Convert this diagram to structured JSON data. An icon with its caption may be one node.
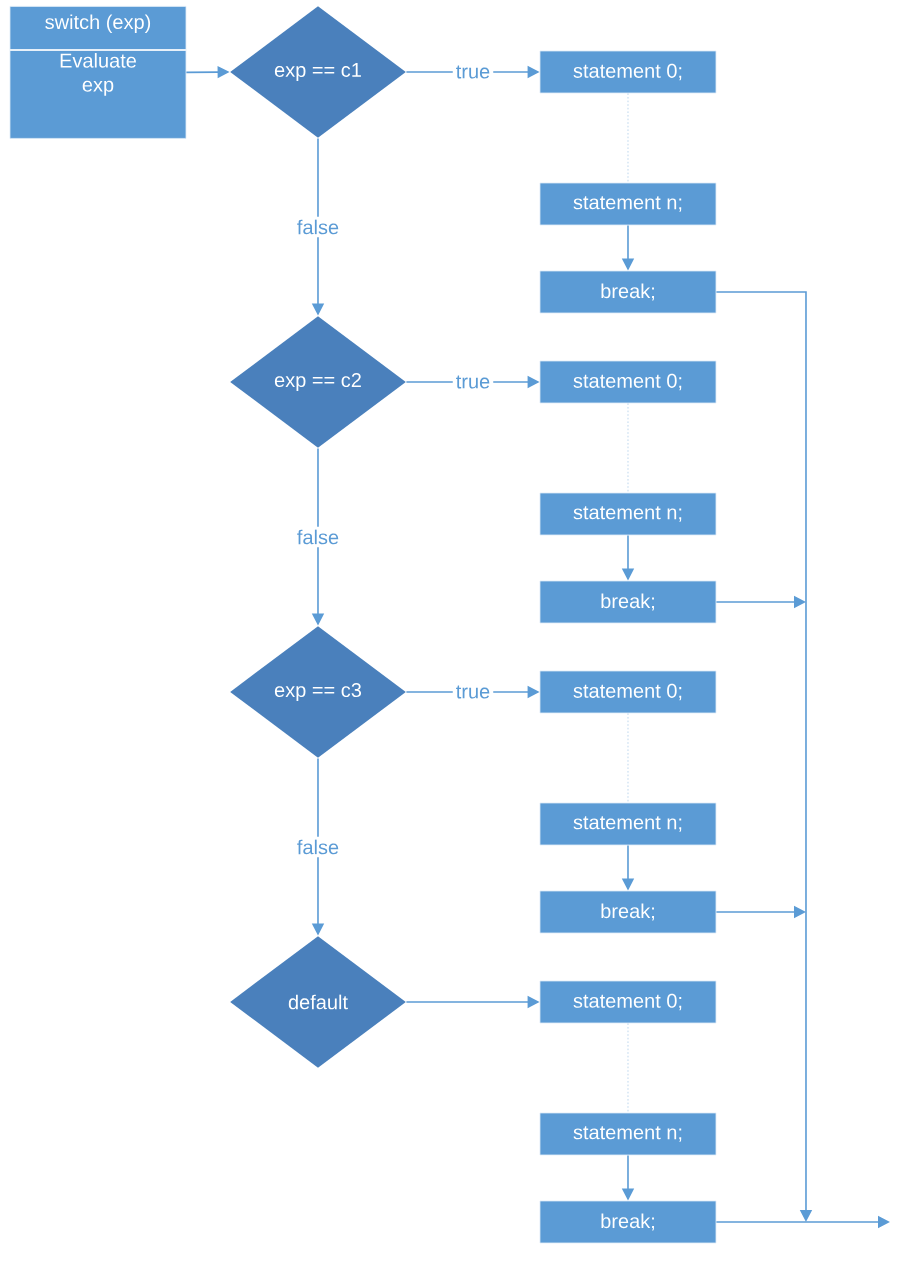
{
  "diagram": {
    "nodes": [
      {
        "text": [
          "switch (exp)",
          "Evaluate exp"
        ]
      },
      {
        "text": [
          "exp == c1"
        ]
      },
      {
        "text": [
          "statement 0;"
        ]
      },
      {
        "text": [
          "statement n;"
        ]
      },
      {
        "text": [
          "break;"
        ]
      },
      {
        "text": [
          "exp == c2"
        ]
      },
      {
        "text": [
          "statement 0;"
        ]
      },
      {
        "text": [
          "statement n;"
        ]
      },
      {
        "text": [
          "break;"
        ]
      },
      {
        "text": [
          "exp == c3"
        ]
      },
      {
        "text": [
          "statement 0;"
        ]
      },
      {
        "text": [
          "statement n;"
        ]
      },
      {
        "text": [
          "break;"
        ]
      },
      {
        "text": [
          "default"
        ]
      },
      {
        "text": [
          "statement 0;"
        ]
      },
      {
        "text": [
          "statement n;"
        ]
      },
      {
        "text": [
          "break;"
        ]
      }
    ],
    "edges": [
      {
        "from": 0,
        "to": 1,
        "arrow": "to"
      },
      {
        "from": 1,
        "to": 2,
        "arrow": "to",
        "label": "true"
      },
      {
        "from": 2,
        "to": 3,
        "arrow": "none",
        "style": "dashed"
      },
      {
        "from": 3,
        "to": 4,
        "arrow": "to"
      },
      {
        "from": 1,
        "to": 5,
        "arrow": "to",
        "label": "false"
      },
      {
        "from": 5,
        "to": 6,
        "arrow": "to",
        "label": "true"
      },
      {
        "from": 6,
        "to": 7,
        "arrow": "none",
        "style": "dashed"
      },
      {
        "from": 7,
        "to": 8,
        "arrow": "to"
      },
      {
        "from": 5,
        "to": 9,
        "arrow": "to",
        "label": "false"
      },
      {
        "from": 9,
        "to": 10,
        "arrow": "to",
        "label": "true"
      },
      {
        "from": 10,
        "to": 11,
        "arrow": "none",
        "style": "dashed"
      },
      {
        "from": 11,
        "to": 12,
        "arrow": "to"
      },
      {
        "from": 9,
        "to": 13,
        "arrow": "to",
        "label": "false"
      },
      {
        "from": 13,
        "to": 14,
        "arrow": "to"
      },
      {
        "from": 14,
        "to": 15,
        "arrow": "none",
        "style": "dashed"
      },
      {
        "from": 15,
        "to": 16,
        "arrow": "to"
      },
      {
        "from": 4,
        "to": null,
        "arrow": "to"
      },
      {
        "from": 8,
        "to": null,
        "arrow": "to"
      },
      {
        "from": 12,
        "to": null,
        "arrow": "to"
      },
      {
        "from": 16,
        "to": null,
        "arrow": "to"
      }
    ]
  }
}
